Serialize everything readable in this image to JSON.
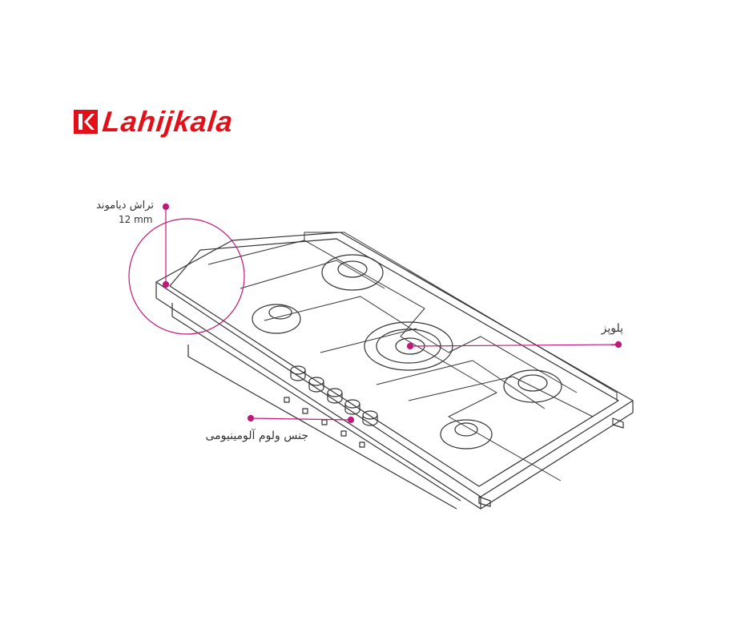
{
  "brand": {
    "name": "Lahijkala",
    "color": "#e3101a"
  },
  "callouts": {
    "edge": {
      "title": "تراش دیاموند",
      "value": "12 mm"
    },
    "wok": {
      "title": "پلوپز"
    },
    "knobs": {
      "title": "جنس ولوم آلومینیومی"
    }
  },
  "accent_color": "#c2187a"
}
